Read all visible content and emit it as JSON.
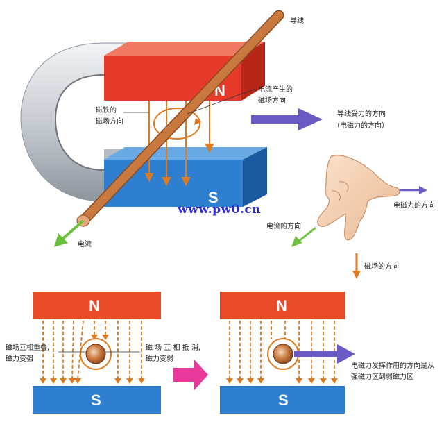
{
  "labels": {
    "wire": "导线",
    "current_field": "电流产生的\n磁场方向",
    "magnet_field": "磁铁的\n磁场方向",
    "force_dir": "导线受力的方向",
    "force_dir_paren": "（电磁力的方向）",
    "current": "电流",
    "hand_force": "电磁力的方向",
    "hand_current": "电流的方向",
    "hand_field": "磁场的方向",
    "overlap": "磁场互相重叠,\n磁力变强",
    "cancel": "磁 场 互 相 抵 消,\n磁力变弱",
    "force_explain": "电磁力发挥作用的方向是从\n强磁力区到弱磁力区"
  },
  "poles": {
    "north": "N",
    "south": "S"
  },
  "watermark": "www.pw0.cn",
  "colors": {
    "north": "#e8452e",
    "south": "#2f7fd0",
    "field_arrow": "#e07a1e",
    "force_arrow": "#6a5bc4",
    "current_arrow": "#6dc03a",
    "transition_arrow": "#e8399a",
    "wire": "#c9793e"
  }
}
